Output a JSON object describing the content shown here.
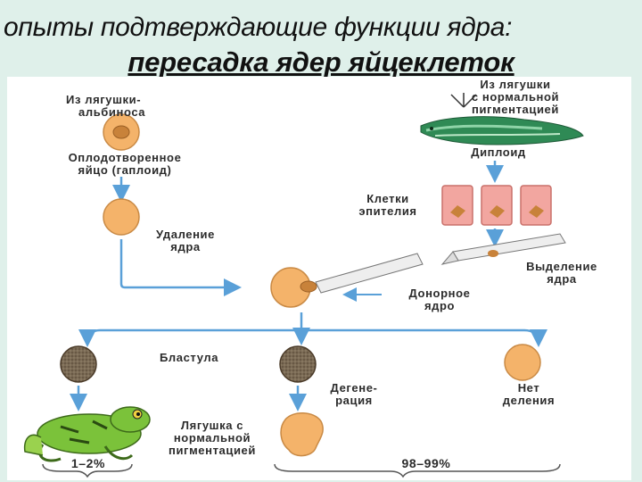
{
  "title": {
    "line1": "опыты подтверждающие функции ядра:",
    "line2": "пересадка ядер яйцеклеток"
  },
  "labels": {
    "albino_line1": "Из лягушки-",
    "albino_line2": "альбиноса",
    "fertilized_line1": "Оплодотворенное",
    "fertilized_line2": "яйцо (гаплоид)",
    "normal_line1": "Из лягушки",
    "normal_line2": "с нормальной",
    "normal_line3": "пигментацией",
    "diploid": "Диплоид",
    "epithelium_line1": "Клетки",
    "epithelium_line2": "эпителия",
    "removal_line1": "Удаление",
    "removal_line2": "ядра",
    "extraction_line1": "Выделение",
    "extraction_line2": "ядра",
    "donor_line1": "Донорное",
    "donor_line2": "ядро",
    "blastula": "Бластула",
    "degeneration_line1": "Дегене-",
    "degeneration_line2": "рация",
    "no_division_line1": "Нет",
    "no_division_line2": "деления",
    "frog_line1": "Лягушка с",
    "frog_line2": "нормальной",
    "frog_line3": "пигментацией",
    "pct_left": "1–2%",
    "pct_right": "98–99%"
  },
  "colors": {
    "background": "#dff0ea",
    "egg": "#f4b36a",
    "nucleus": "#c8823a",
    "arrow": "#5aa0d8",
    "epithelium": "#f2a6a0",
    "blastula": "#7a6a55",
    "frog": "#7bc23a"
  }
}
